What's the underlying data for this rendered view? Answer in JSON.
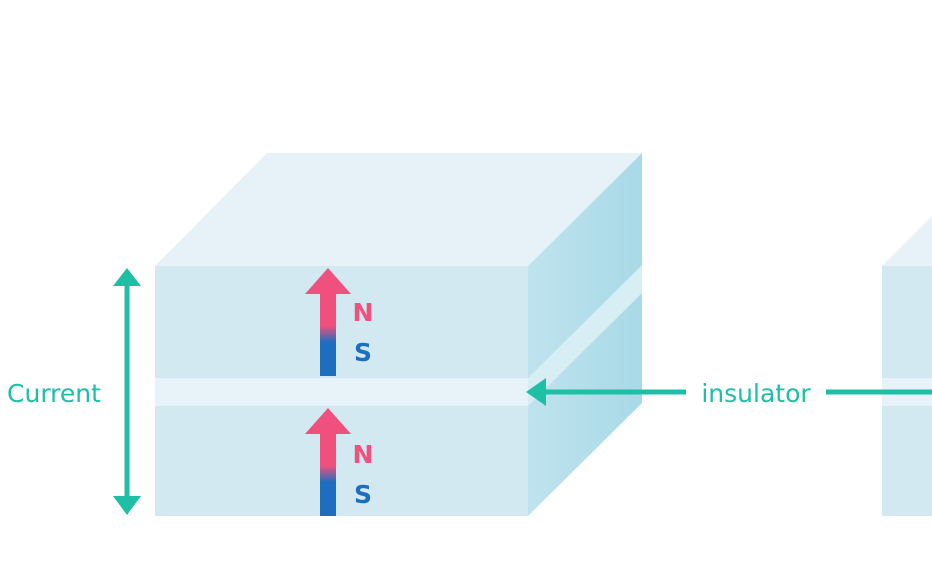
{
  "labels": {
    "current": "Current",
    "insulator": "insulator",
    "north_upper": "N",
    "south_upper": "S",
    "north_lower": "N",
    "south_lower": "S"
  },
  "colors": {
    "block_front": "#d2e9f1",
    "block_top": "#e6f2f7",
    "block_side": "#b2deea",
    "insulator_front": "#e7f3f8",
    "insulator_side": "#d7eef5",
    "accent": "#1dbfa5",
    "north": "#f0507e",
    "south": "#1e6ec0"
  },
  "icons": {
    "current_arrow": "double-headed-vertical-arrow-icon",
    "insulator_arrow": "left-arrow-icon",
    "magnet_arrow": "up-arrow-icon"
  }
}
